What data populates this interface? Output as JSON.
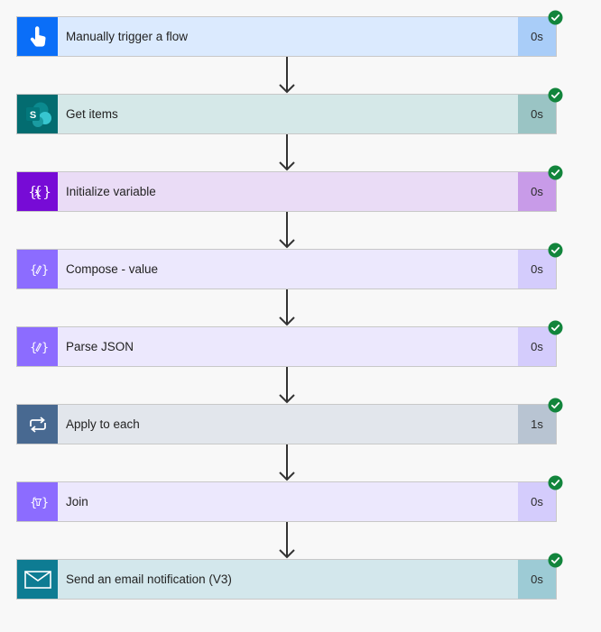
{
  "steps": [
    {
      "label": "Manually trigger a flow",
      "duration": "0s",
      "icon": "hand-tap-icon",
      "icon_bg": "#0a6ef8",
      "body_bg": "#dbeafe",
      "dur_bg": "#a9cdf8",
      "status": "succeeded"
    },
    {
      "label": "Get items",
      "duration": "0s",
      "icon": "sharepoint-icon",
      "icon_bg": "#036c70",
      "body_bg": "#d5e8e8",
      "dur_bg": "#9ac4c4",
      "status": "succeeded"
    },
    {
      "label": "Initialize variable",
      "duration": "0s",
      "icon": "variable-icon",
      "icon_bg": "#770bd6",
      "body_bg": "#eadcf6",
      "dur_bg": "#c89be8",
      "status": "succeeded"
    },
    {
      "label": "Compose - value",
      "duration": "0s",
      "icon": "data-operation-icon",
      "icon_bg": "#8c6cff",
      "body_bg": "#ece8fd",
      "dur_bg": "#d4ccfc",
      "status": "succeeded"
    },
    {
      "label": "Parse JSON",
      "duration": "0s",
      "icon": "data-operation-icon",
      "icon_bg": "#8c6cff",
      "body_bg": "#ece8fd",
      "dur_bg": "#d4ccfc",
      "status": "succeeded"
    },
    {
      "label": "Apply to each",
      "duration": "1s",
      "icon": "loop-icon",
      "icon_bg": "#486991",
      "body_bg": "#e2e6ec",
      "dur_bg": "#b8c4d2",
      "status": "succeeded"
    },
    {
      "label": "Join",
      "duration": "0s",
      "icon": "join-icon",
      "icon_bg": "#8c6cff",
      "body_bg": "#ece8fd",
      "dur_bg": "#d4ccfc",
      "status": "succeeded"
    },
    {
      "label": "Send an email notification (V3)",
      "duration": "0s",
      "icon": "mail-icon",
      "icon_bg": "#0e7c93",
      "body_bg": "#d3e7ec",
      "dur_bg": "#9dcbd5",
      "status": "succeeded"
    }
  ],
  "colors": {
    "success": "#12853c",
    "connector": "#333333",
    "canvas": "#f8f8f8"
  }
}
